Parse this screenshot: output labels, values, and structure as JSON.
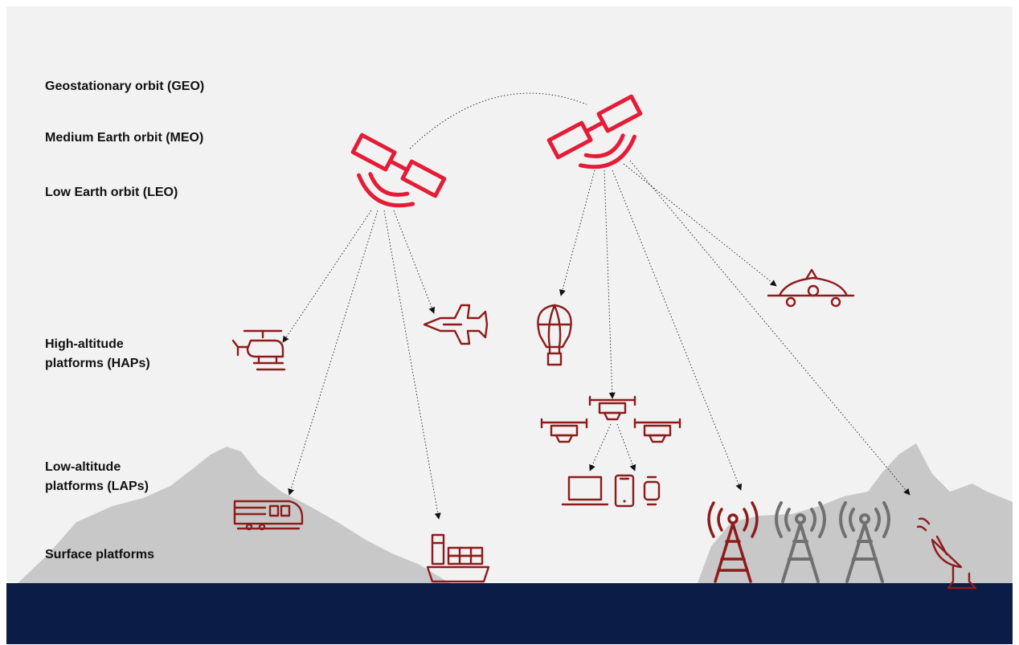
{
  "layers": {
    "geo": "Geostationary orbit (GEO)",
    "meo": "Medium Earth orbit (MEO)",
    "leo": "Low Earth orbit (LEO)",
    "haps_line1": "High-altitude",
    "haps_line2": "platforms (HAPs)",
    "laps_line1": "Low-altitude",
    "laps_line2": "platforms (LAPs)",
    "surface": "Surface platforms"
  },
  "colors": {
    "background": "#f2f2f2",
    "mountains": "#c8c8c8",
    "ground": "#0b1c47",
    "satellite": "#e51c37",
    "icons": "#8e1b1b",
    "inactive_towers": "#707070",
    "links": "#2a2a2a"
  },
  "icons": [
    "satellite-icon",
    "satellite-icon",
    "helicopter-icon",
    "fighter-jet-icon",
    "hot-air-balloon-icon",
    "airplane-icon",
    "drone-icon",
    "laptop-icon",
    "smartphone-icon",
    "smartwatch-icon",
    "train-icon",
    "cargo-ship-icon",
    "radio-tower-icon",
    "satellite-dish-icon"
  ]
}
